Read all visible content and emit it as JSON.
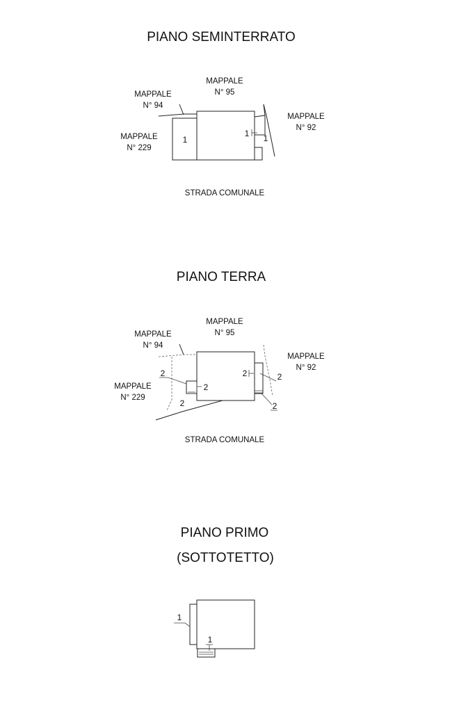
{
  "seminterrato": {
    "title": "PIANO SEMINTERRATO",
    "m94_a": "MAPPALE",
    "m94_b": "N° 94",
    "m95_a": "MAPPALE",
    "m95_b": "N° 95",
    "m92_a": "MAPPALE",
    "m92_b": "N° 92",
    "m229_a": "MAPPALE",
    "m229_b": "N° 229",
    "sub_left": "1",
    "sub_right_in": "1",
    "sub_right": "1",
    "road": "STRADA COMUNALE"
  },
  "terra": {
    "title": "PIANO TERRA",
    "m94_a": "MAPPALE",
    "m94_b": "N° 94",
    "m95_a": "MAPPALE",
    "m95_b": "N° 95",
    "m92_a": "MAPPALE",
    "m92_b": "N° 92",
    "m229_a": "MAPPALE",
    "m229_b": "N° 229",
    "sub_a": "2",
    "sub_b": "2",
    "sub_c": "2",
    "sub_d": "2",
    "sub_e": "2",
    "sub_f": "2",
    "road": "STRADA COMUNALE"
  },
  "primo": {
    "title_1": "PIANO PRIMO",
    "title_2": "(SOTTOTETTO)",
    "sub_a": "1",
    "sub_b": "1"
  }
}
